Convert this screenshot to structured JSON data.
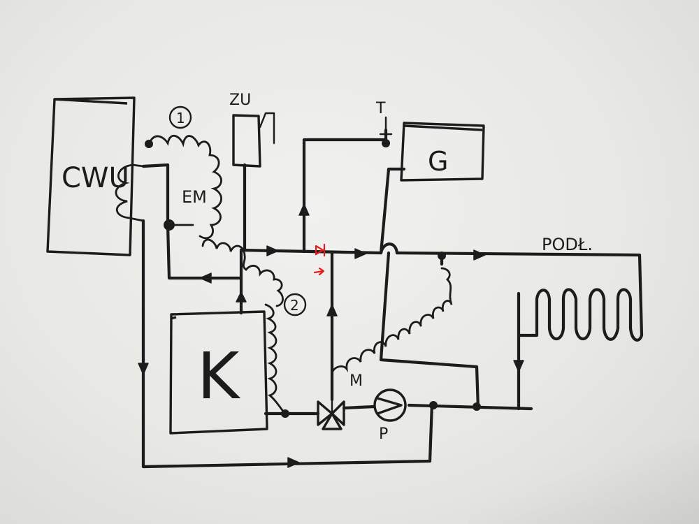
{
  "labels": {
    "cwu": "CWU",
    "k": "K",
    "g": "G",
    "em": "EM",
    "zu": "ZU",
    "t": "T",
    "m": "M",
    "p": "P",
    "podl": "PODŁ.",
    "sensor1": "1",
    "sensor2": "2"
  },
  "colors": {
    "ink": "#1c1c1c",
    "marker": "#e21d1d",
    "paper": "#eeeeec"
  }
}
